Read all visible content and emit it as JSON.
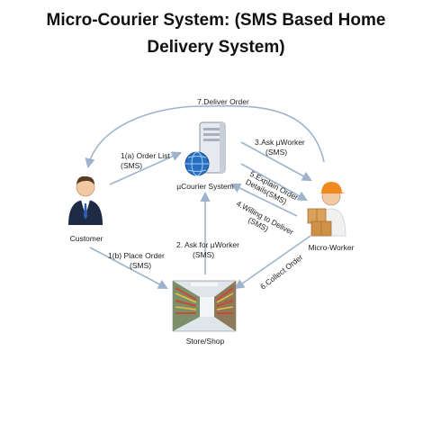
{
  "title": {
    "line1": "Micro-Courier System: (SMS Based Home",
    "line2": "Delivery System)"
  },
  "nodes": {
    "server": {
      "label": "µCourier System",
      "icon": "server-globe-icon"
    },
    "customer": {
      "label": "Customer",
      "icon": "person-tie-icon"
    },
    "worker": {
      "label": "Micro-Worker",
      "icon": "worker-with-boxes-icon"
    },
    "store": {
      "label": "Store/Shop",
      "icon": "store-aisle-photo"
    }
  },
  "edges": {
    "deliver": {
      "label": "7.Deliver Order"
    },
    "order_list": {
      "line1": "1(a) Order List",
      "line2": "(SMS)"
    },
    "ask_worker": {
      "line1": "3.Ask µWorker",
      "line2": "(SMS)"
    },
    "explain": {
      "line1": "5.Explain Order",
      "line2": "Details(SMS)"
    },
    "willing": {
      "line1": "4.Willing to Deliver",
      "line2": "(SMS)"
    },
    "place_order": {
      "line1": "1(b) Place Order",
      "line2": "(SMS)"
    },
    "ask_for_worker": {
      "line1": "2. Ask for µWorker",
      "line2": "(SMS)"
    },
    "collect": {
      "label": "6.Collect Order"
    }
  },
  "colors": {
    "arrow": "#9fb4cc",
    "server_body": "#e6e9ef",
    "globe": "#2a6fc0",
    "orange_hat": "#f08a1e",
    "box": "#d9a15a"
  }
}
